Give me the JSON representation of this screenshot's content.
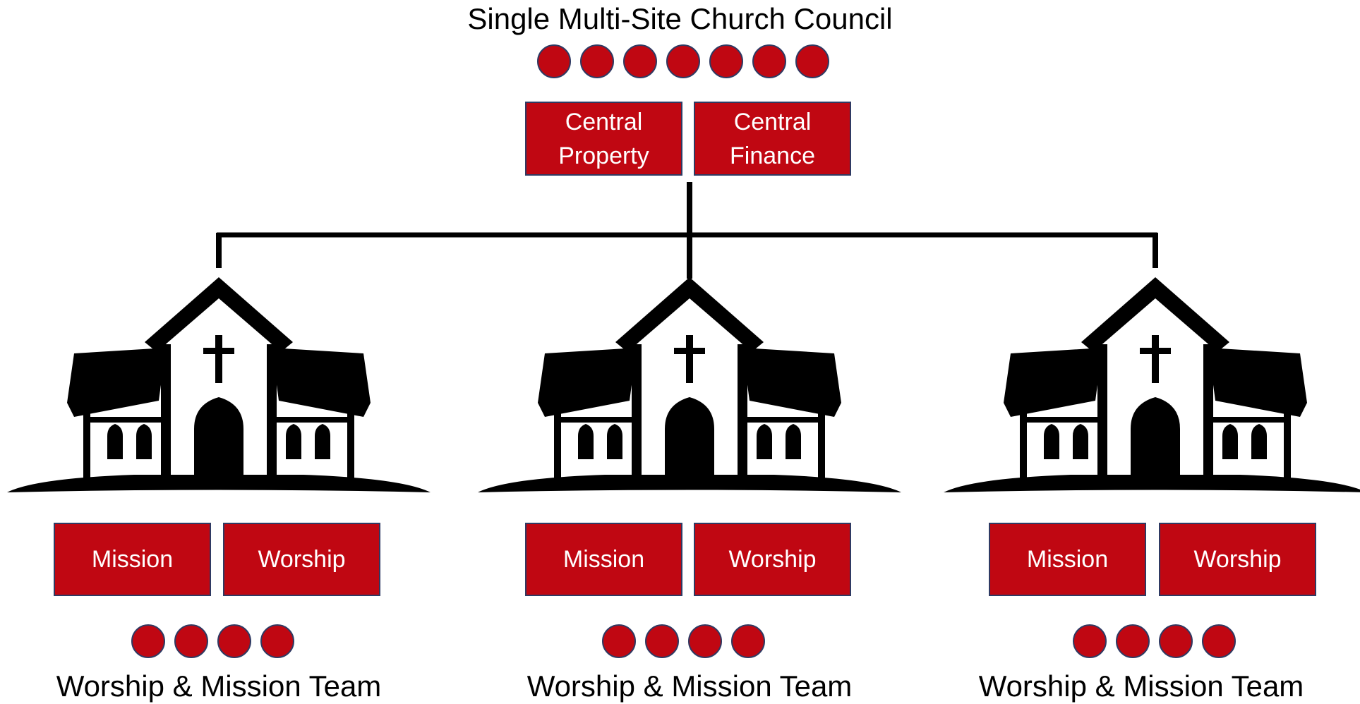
{
  "council": {
    "title": "Single Multi-Site Church Council",
    "member_count": 7,
    "boxes": [
      {
        "label": "Central\nProperty"
      },
      {
        "label": "Central\nFinance"
      }
    ]
  },
  "sites": [
    {
      "boxes": [
        {
          "label": "Mission"
        },
        {
          "label": "Worship"
        }
      ],
      "member_count": 4,
      "team_label": "Worship & Mission Team"
    },
    {
      "boxes": [
        {
          "label": "Mission"
        },
        {
          "label": "Worship"
        }
      ],
      "member_count": 4,
      "team_label": "Worship & Mission Team"
    },
    {
      "boxes": [
        {
          "label": "Mission"
        },
        {
          "label": "Worship"
        }
      ],
      "member_count": 4,
      "team_label": "Worship & Mission Team"
    }
  ],
  "colors": {
    "accent": "#c00712",
    "border": "#2f3a63",
    "ink": "#000000"
  },
  "icons": {
    "member": "person-dot-icon",
    "site": "church-icon"
  }
}
